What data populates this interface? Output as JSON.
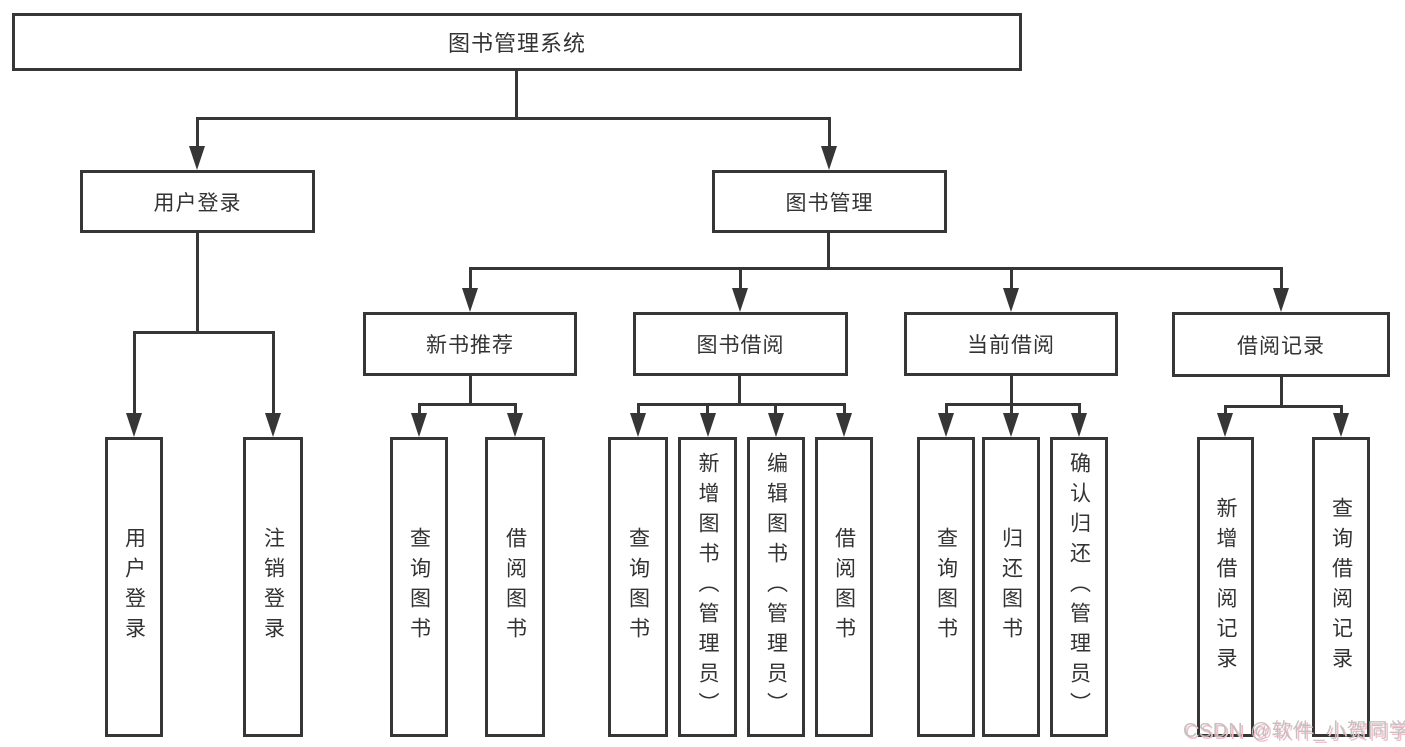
{
  "colors": {
    "line": "#363636",
    "text": "#333333",
    "background": "#ffffff",
    "watermark_fill": "#bebebe",
    "watermark_shadow": "#f6bcc8"
  },
  "tree": {
    "root": {
      "label": "图书管理系统"
    },
    "branches": [
      {
        "label": "用户登录",
        "children": [
          {
            "label": "用户登录"
          },
          {
            "label": "注销登录"
          }
        ]
      },
      {
        "label": "图书管理",
        "children": [
          {
            "label": "新书推荐",
            "children": [
              {
                "label": "查询图书"
              },
              {
                "label": "借阅图书"
              }
            ]
          },
          {
            "label": "图书借阅",
            "children": [
              {
                "label": "查询图书"
              },
              {
                "label": "新增图书（管理员）"
              },
              {
                "label": "编辑图书（管理员）"
              },
              {
                "label": "借阅图书"
              }
            ]
          },
          {
            "label": "当前借阅",
            "children": [
              {
                "label": "查询图书"
              },
              {
                "label": "归还图书"
              },
              {
                "label": "确认归还（管理员）"
              }
            ]
          },
          {
            "label": "借阅记录",
            "children": [
              {
                "label": "新增借阅记录"
              },
              {
                "label": "查询借阅记录"
              }
            ]
          }
        ]
      }
    ]
  },
  "watermark": {
    "text": "CSDN @软件_小贺同学"
  }
}
